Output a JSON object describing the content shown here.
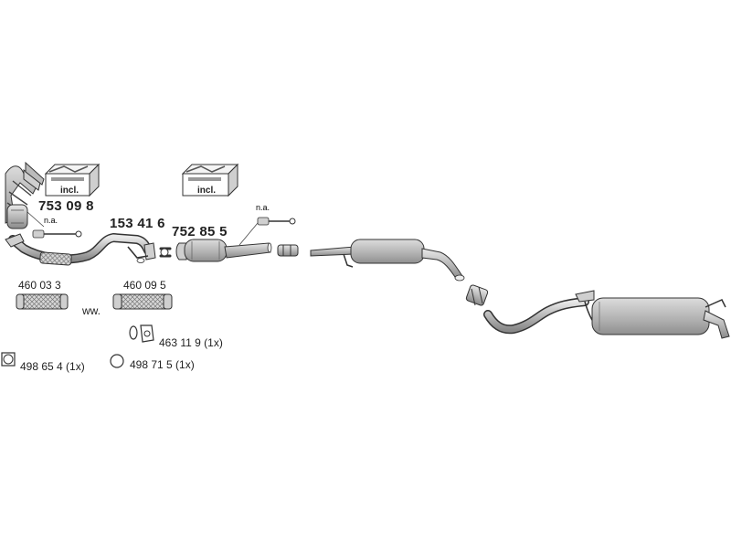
{
  "labels": {
    "manifold_part": "753 09 8",
    "front_pipe_part": "153 41 6",
    "catalyst_part": "752 85 5",
    "flex_a_part": "460 03 3",
    "flex_b_part": "460 09 5",
    "ww": "ww.",
    "gasket_kit_part": "463 11 9 (1x)",
    "gasket_square_part": "498 65 4  (1x)",
    "ring_part": "498 71 5 (1x)",
    "na_left": "n.a.",
    "na_right": "n.a.",
    "incl_left": "incl.",
    "incl_right": "incl."
  },
  "colors": {
    "part_fill": "#c8c8c8",
    "part_stroke": "#333333",
    "highlight": "#eeeeee"
  }
}
